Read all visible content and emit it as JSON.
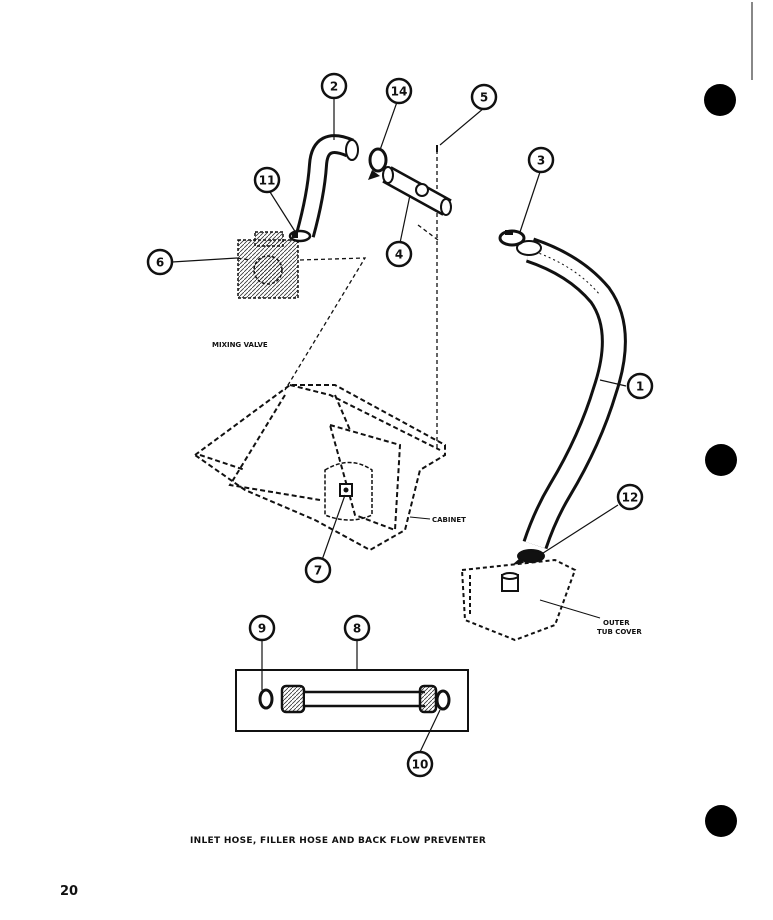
{
  "labels": {
    "mixing_valve": "MIXING VALVE",
    "cabinet": "CABINET",
    "outer_tub_cover_line1": "OUTER",
    "outer_tub_cover_line2": "TUB COVER"
  },
  "callouts": [
    "1",
    "2",
    "3",
    "4",
    "5",
    "6",
    "7",
    "8",
    "9",
    "10",
    "11",
    "12",
    "14"
  ],
  "caption": "INLET HOSE, FILLER HOSE AND BACK FLOW PREVENTER",
  "page_number": "20"
}
